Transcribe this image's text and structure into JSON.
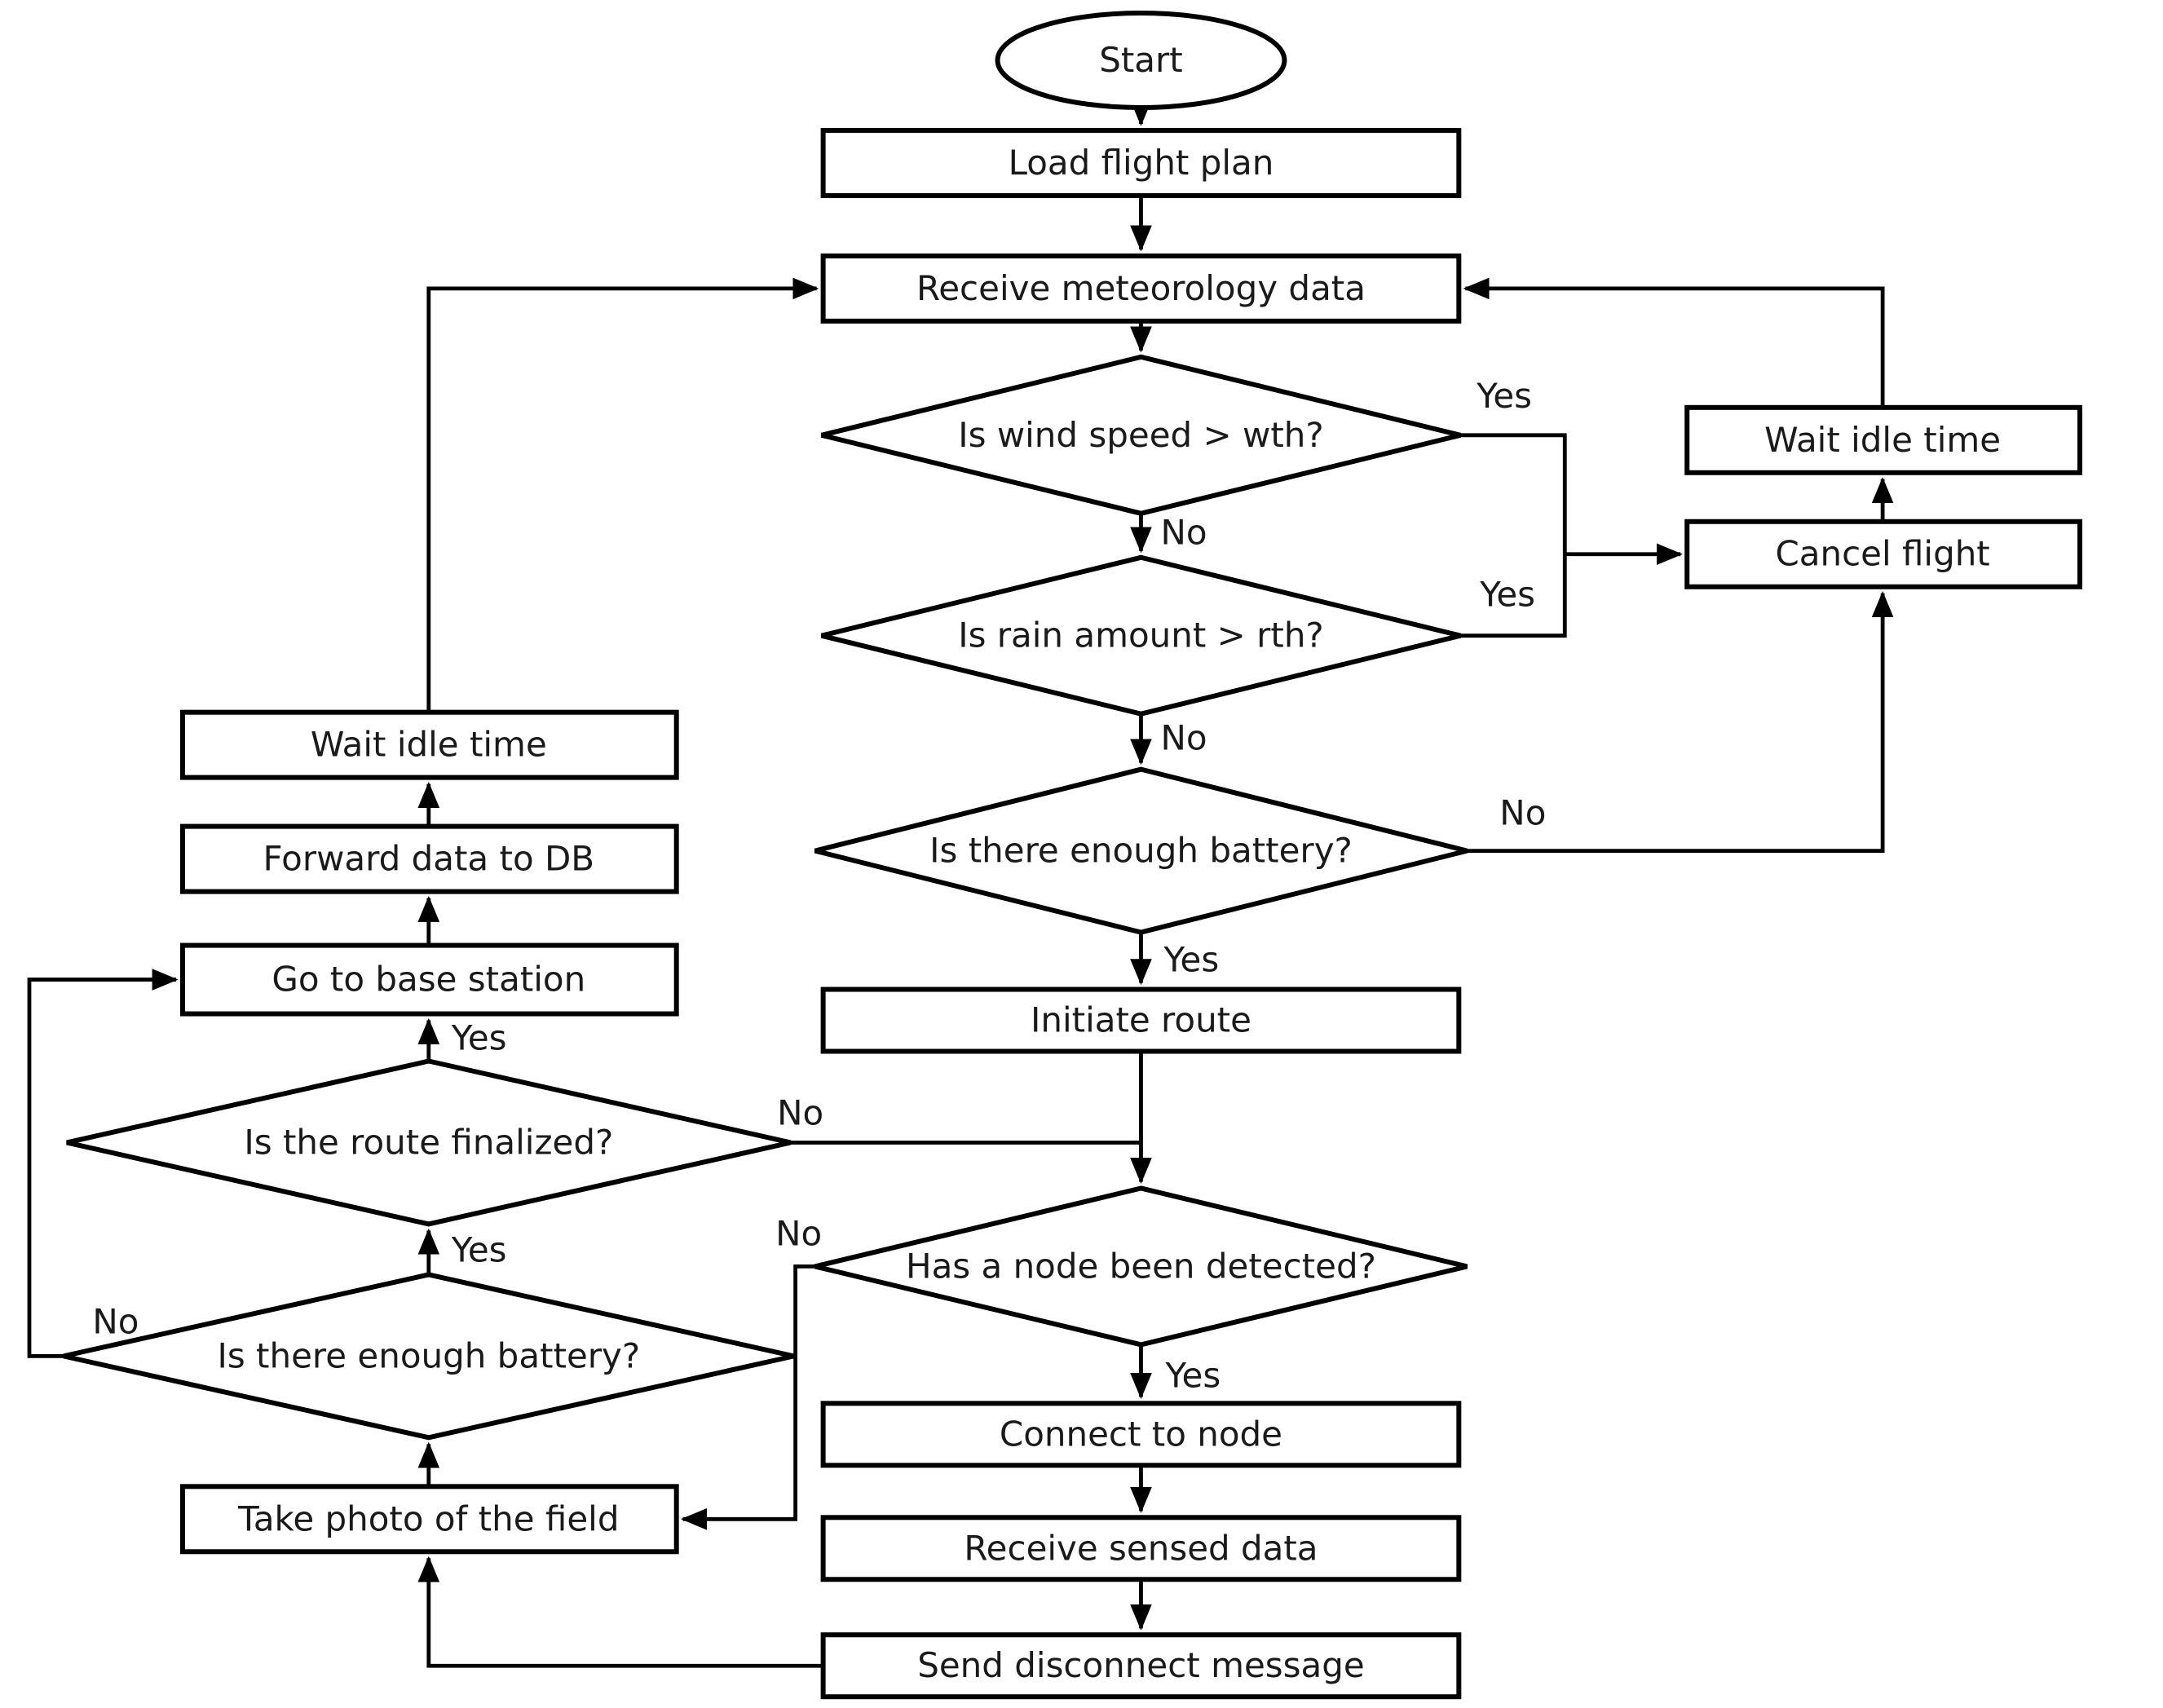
{
  "diagram": {
    "type": "flowchart",
    "background_color": "#ffffff",
    "line_color": "#000000",
    "shape_fill_color": "#ffffff",
    "text_color": "#1a1a1a",
    "nodes": {
      "start": {
        "label": "Start",
        "shape": "terminator"
      },
      "load_flight_plan": {
        "label": "Load flight plan",
        "shape": "process"
      },
      "receive_meteorology_data": {
        "label": "Receive meteorology data",
        "shape": "process"
      },
      "is_wind_speed": {
        "label": "Is wind speed > wth?",
        "shape": "decision"
      },
      "is_rain_amount": {
        "label": "Is rain amount > rth?",
        "shape": "decision"
      },
      "is_enough_battery_main": {
        "label": "Is there enough battery?",
        "shape": "decision"
      },
      "initiate_route": {
        "label": "Initiate route",
        "shape": "process"
      },
      "has_node_been_detected": {
        "label": "Has a node been detected?",
        "shape": "decision"
      },
      "connect_to_node": {
        "label": "Connect to node",
        "shape": "process"
      },
      "receive_sensed_data": {
        "label": "Receive sensed data",
        "shape": "process"
      },
      "send_disconnect_message": {
        "label": "Send disconnect message",
        "shape": "process"
      },
      "take_photo_of_field": {
        "label": "Take photo of the field",
        "shape": "process"
      },
      "is_enough_battery_left": {
        "label": "Is there enough battery?",
        "shape": "decision"
      },
      "is_route_finalized": {
        "label": "Is the route finalized?",
        "shape": "decision"
      },
      "go_to_base_station": {
        "label": "Go to base station",
        "shape": "process"
      },
      "forward_data_to_db": {
        "label": "Forward data to DB",
        "shape": "process"
      },
      "wait_idle_time_left": {
        "label": "Wait idle time",
        "shape": "process"
      },
      "wait_idle_time_right": {
        "label": "Wait idle time",
        "shape": "process"
      },
      "cancel_flight": {
        "label": "Cancel flight",
        "shape": "process"
      }
    },
    "edge_labels": {
      "wind_yes": "Yes",
      "wind_no": "No",
      "rain_yes": "Yes",
      "rain_no": "No",
      "battery_main_no": "No",
      "battery_main_yes": "Yes",
      "node_yes": "Yes",
      "node_no": "No",
      "route_no": "No",
      "route_yes": "Yes",
      "battery_left_yes": "Yes",
      "battery_left_no": "No"
    },
    "edges": [
      {
        "from": "start",
        "to": "load_flight_plan",
        "label": ""
      },
      {
        "from": "load_flight_plan",
        "to": "receive_meteorology_data",
        "label": ""
      },
      {
        "from": "receive_meteorology_data",
        "to": "is_wind_speed",
        "label": ""
      },
      {
        "from": "is_wind_speed",
        "to": "is_rain_amount",
        "label": "No"
      },
      {
        "from": "is_wind_speed",
        "to": "cancel_flight",
        "label": "Yes"
      },
      {
        "from": "is_rain_amount",
        "to": "cancel_flight",
        "label": "Yes"
      },
      {
        "from": "is_rain_amount",
        "to": "is_enough_battery_main",
        "label": "No"
      },
      {
        "from": "is_enough_battery_main",
        "to": "cancel_flight",
        "label": "No"
      },
      {
        "from": "is_enough_battery_main",
        "to": "initiate_route",
        "label": "Yes"
      },
      {
        "from": "cancel_flight",
        "to": "wait_idle_time_right",
        "label": ""
      },
      {
        "from": "wait_idle_time_right",
        "to": "receive_meteorology_data",
        "label": ""
      },
      {
        "from": "initiate_route",
        "to": "has_node_been_detected",
        "label": ""
      },
      {
        "from": "has_node_been_detected",
        "to": "connect_to_node",
        "label": "Yes"
      },
      {
        "from": "has_node_been_detected",
        "to": "take_photo_of_field",
        "label": "No"
      },
      {
        "from": "connect_to_node",
        "to": "receive_sensed_data",
        "label": ""
      },
      {
        "from": "receive_sensed_data",
        "to": "send_disconnect_message",
        "label": ""
      },
      {
        "from": "send_disconnect_message",
        "to": "take_photo_of_field",
        "label": ""
      },
      {
        "from": "take_photo_of_field",
        "to": "is_enough_battery_left",
        "label": ""
      },
      {
        "from": "is_enough_battery_left",
        "to": "is_route_finalized",
        "label": "Yes"
      },
      {
        "from": "is_enough_battery_left",
        "to": "go_to_base_station",
        "label": "No"
      },
      {
        "from": "is_route_finalized",
        "to": "go_to_base_station",
        "label": "Yes"
      },
      {
        "from": "is_route_finalized",
        "to": "has_node_been_detected",
        "label": "No"
      },
      {
        "from": "go_to_base_station",
        "to": "forward_data_to_db",
        "label": ""
      },
      {
        "from": "forward_data_to_db",
        "to": "wait_idle_time_left",
        "label": ""
      },
      {
        "from": "wait_idle_time_left",
        "to": "receive_meteorology_data",
        "label": ""
      }
    ]
  }
}
